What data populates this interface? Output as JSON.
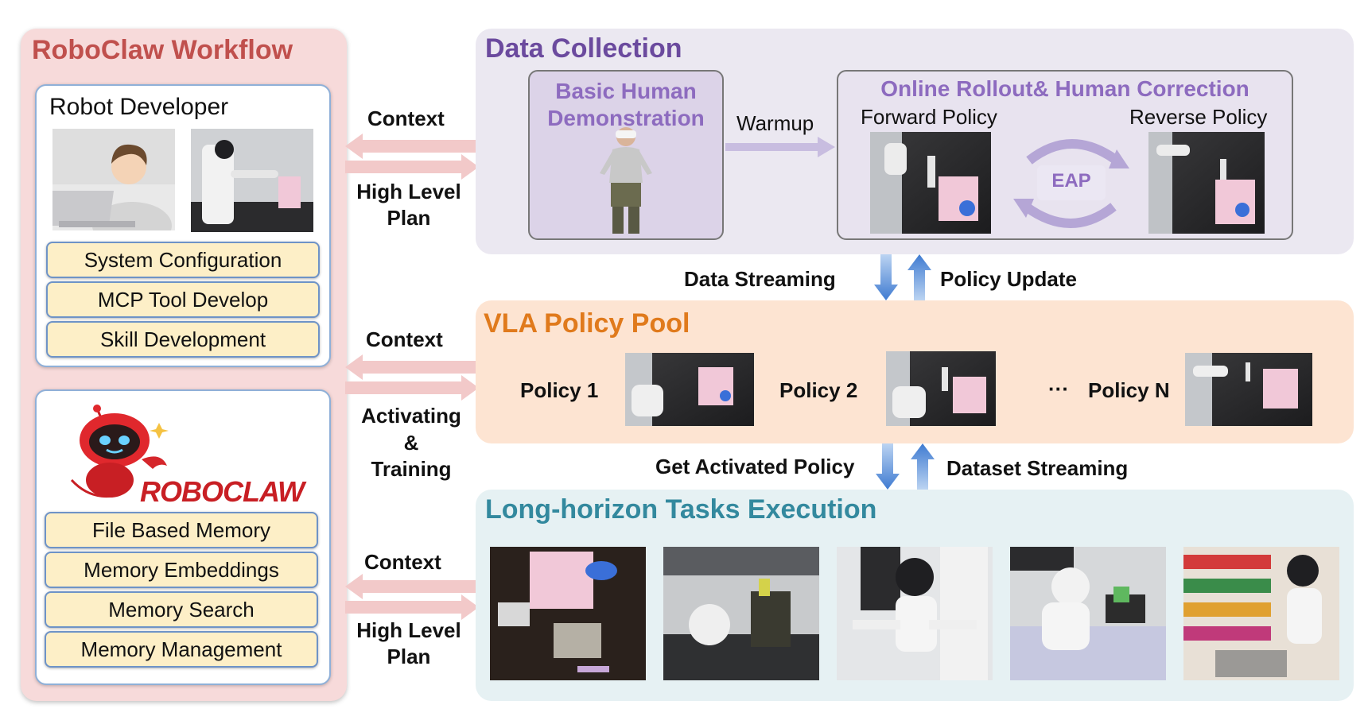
{
  "workflow": {
    "title": "RoboClaw Workflow",
    "developer_title": "Robot Developer",
    "developer_items": [
      "System Configuration",
      "MCP Tool Develop",
      "Skill Development"
    ],
    "logo_text": "ROBOCLAW",
    "memory_items": [
      "File Based Memory",
      "Memory Embeddings",
      "Memory Search",
      "Memory Management"
    ]
  },
  "links": {
    "top": {
      "to_left": "Context",
      "to_right_line1": "High Level",
      "to_right_line2": "Plan"
    },
    "middle": {
      "to_left": "Context",
      "to_right_line1": "Activating",
      "to_right_line2": "&",
      "to_right_line3": "Training"
    },
    "bottom": {
      "to_left": "Context",
      "to_right_line1": "High Level",
      "to_right_line2": "Plan"
    }
  },
  "data_collection": {
    "title": "Data Collection",
    "demo_line1": "Basic Human",
    "demo_line2": "Demonstration",
    "warmup": "Warmup",
    "rollout_title": "Online Rollout& Human Correction",
    "forward_policy": "Forward Policy",
    "reverse_policy": "Reverse Policy",
    "eap": "EAP"
  },
  "streams": {
    "data_streaming": "Data Streaming",
    "policy_update": "Policy Update",
    "get_activated_policy": "Get Activated Policy",
    "dataset_streaming": "Dataset Streaming"
  },
  "vla_pool": {
    "title": "VLA Policy Pool",
    "policy1": "Policy 1",
    "policy2": "Policy 2",
    "ellipsis": "···",
    "policyN": "Policy N"
  },
  "long_horizon": {
    "title": "Long-horizon Tasks Execution"
  },
  "colors": {
    "workflow_title": "#c0504d",
    "data_collection_title": "#6b4a9e",
    "vla_title": "#e07a1c",
    "long_horizon_title": "#33899e",
    "link_arrow": "#f2c9c9",
    "stream_arrow": "#4a86d8"
  }
}
